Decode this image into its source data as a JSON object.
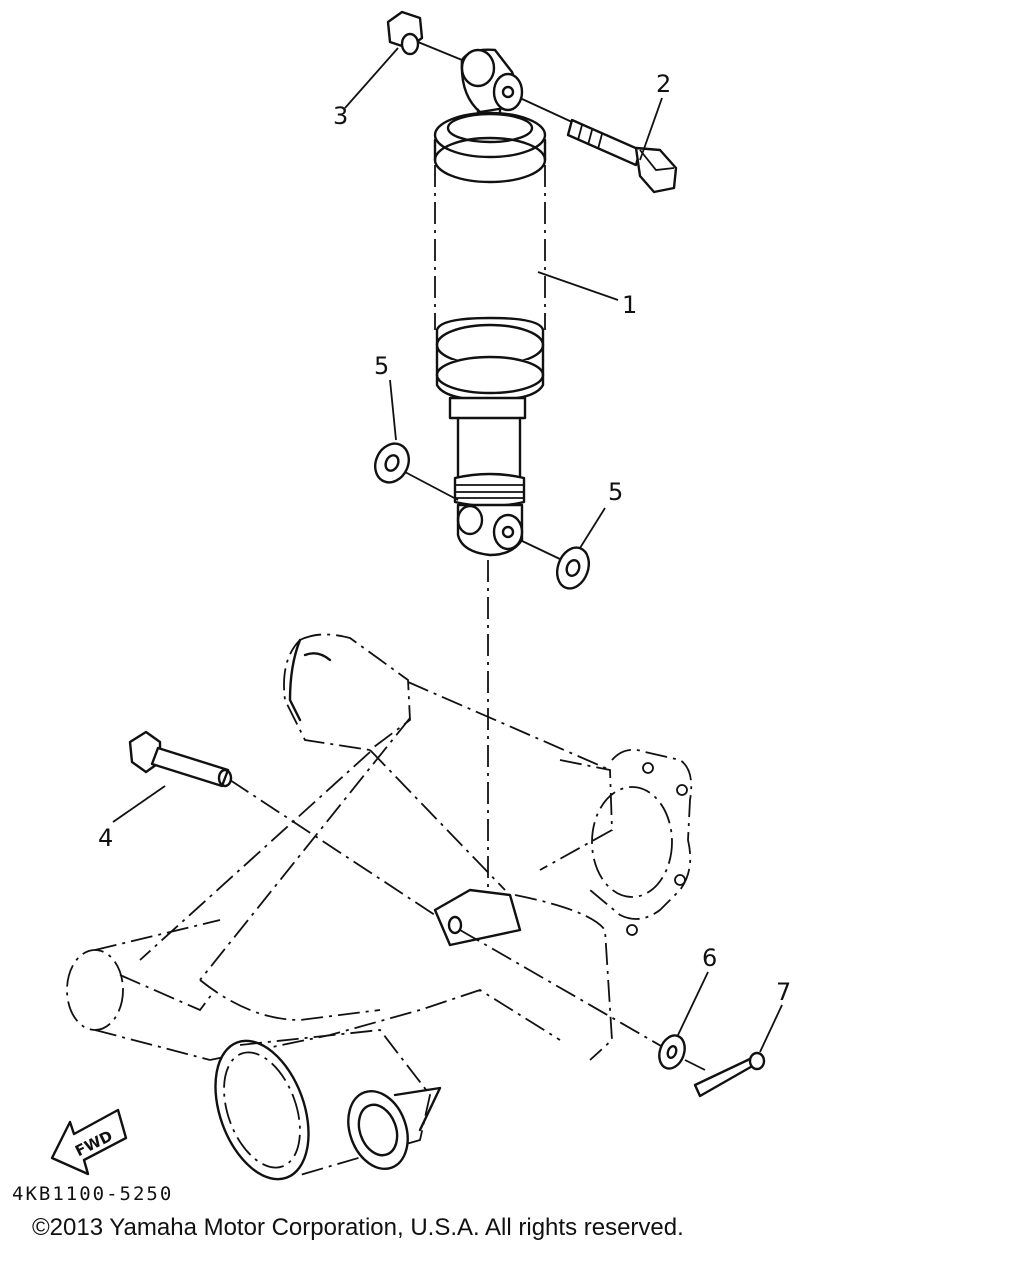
{
  "diagram": {
    "part_callouts": [
      {
        "number": "1",
        "part": "shock-absorber"
      },
      {
        "number": "2",
        "part": "upper-bolt"
      },
      {
        "number": "3",
        "part": "upper-nut"
      },
      {
        "number": "4",
        "part": "lower-bolt"
      },
      {
        "number": "5",
        "part": "washer"
      },
      {
        "number": "5",
        "part": "washer"
      },
      {
        "number": "6",
        "part": "washer"
      },
      {
        "number": "7",
        "part": "cotter-pin"
      }
    ],
    "fwd_label": "FWD",
    "drawing_code": "4KB1100-5250"
  },
  "footer": {
    "copyright": "©2013 Yamaha Motor Corporation, U.S.A. All rights reserved."
  }
}
